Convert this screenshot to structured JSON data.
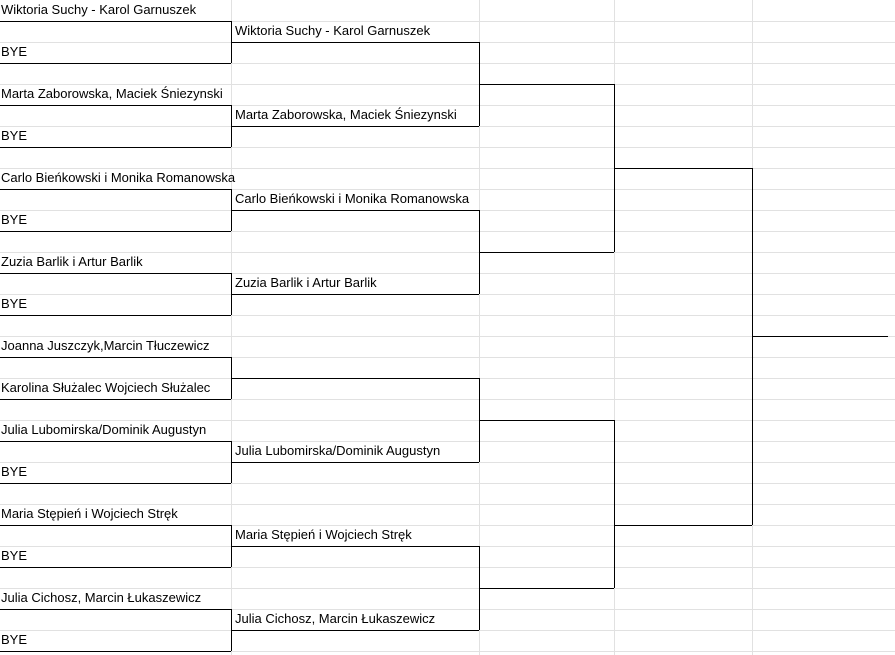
{
  "round1": [
    "Wiktoria Suchy - Karol Garnuszek",
    "BYE",
    "Marta Zaborowska, Maciek Śniezynski",
    "BYE",
    "Carlo Bieńkowski i Monika Romanowska",
    "BYE",
    "Zuzia Barlik i Artur Barlik",
    "BYE",
    "Joanna Juszczyk,Marcin Tłuczewicz",
    "Karolina Służalec Wojciech Służalec",
    "Julia Lubomirska/Dominik Augustyn",
    "BYE",
    "Maria Stępień i Wojciech Stręk",
    "BYE",
    "Julia Cichosz, Marcin Łukaszewicz",
    "BYE"
  ],
  "round2": [
    "Wiktoria Suchy - Karol Garnuszek",
    "Marta Zaborowska, Maciek Śniezynski",
    "Carlo Bieńkowski i Monika Romanowska",
    "Zuzia Barlik i Artur Barlik",
    "",
    "Julia Lubomirska/Dominik Augustyn",
    "Maria Stępień i Wojciech Stręk",
    "Julia Cichosz, Marcin Łukaszewicz"
  ],
  "round3": [
    "",
    "",
    "",
    ""
  ],
  "round4": [
    "",
    ""
  ],
  "final": [
    ""
  ],
  "colors": {
    "grid": "#e1e1e1",
    "bracket": "#000000",
    "background": "#ffffff"
  }
}
